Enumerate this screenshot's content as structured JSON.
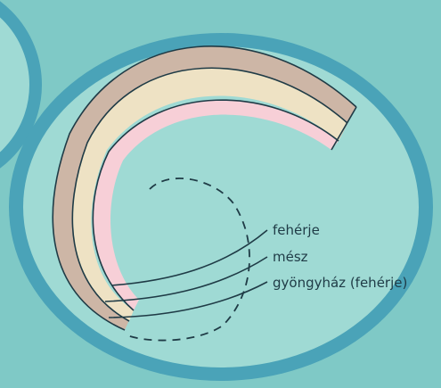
{
  "diagram": {
    "labels": {
      "protein": "fehérje",
      "lime": "mész",
      "nacre": "gyöngyház (fehérje)"
    },
    "colors": {
      "background": "#7fc9c6",
      "ring": "#4aa3b8",
      "disc": "#9fdad4",
      "protein_layer": "#cdb6a6",
      "lime_layer": "#eee2c4",
      "nacre_layer": "#f7cfd7",
      "lines": "#1f3b46"
    }
  }
}
